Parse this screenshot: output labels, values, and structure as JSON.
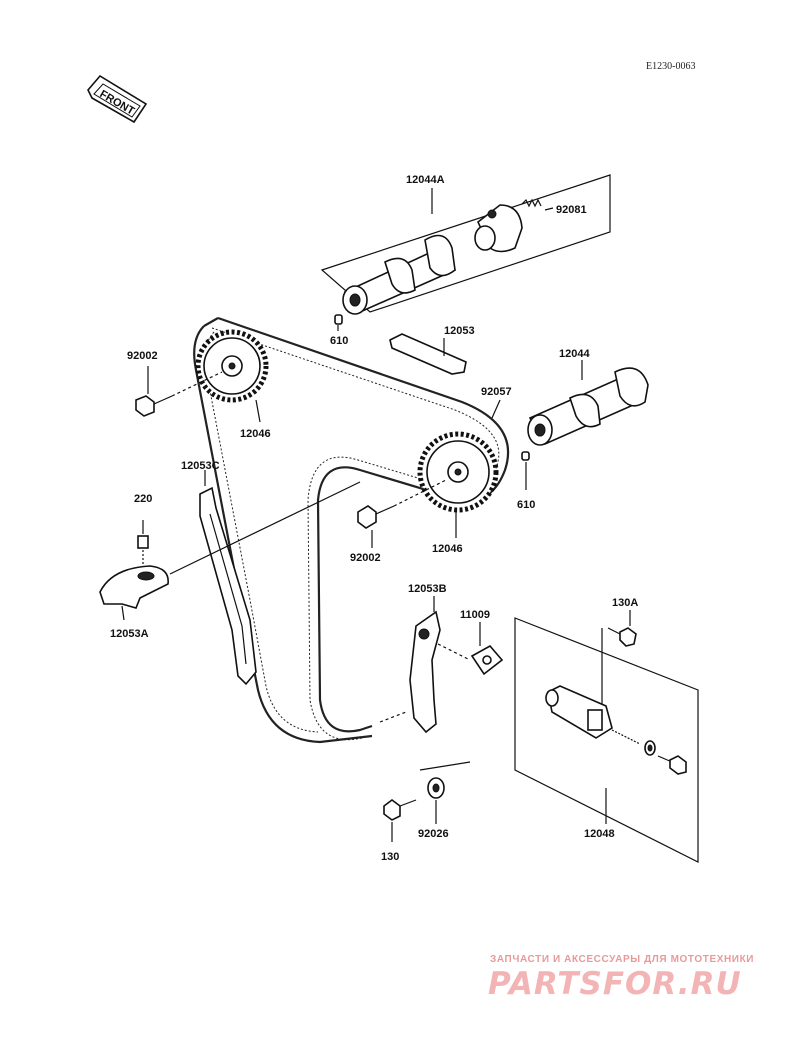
{
  "diagram_code": "E1230-0063",
  "front_arrow_label": "FRONT",
  "labels": {
    "camshaft_exhaust": "12044A",
    "spring": "92081",
    "dowel_pin_upper": "610",
    "guide_top": "12053",
    "camshaft_intake": "12044",
    "bolt_left": "92002",
    "sprocket_left": "12046",
    "chain": "92057",
    "dowel_pin_right": "610",
    "guide_front": "12053C",
    "bolt_220": "220",
    "guide_lower_left": "12053A",
    "bolt_center": "92002",
    "sprocket_right": "12046",
    "guide_rear": "12053B",
    "gasket": "11009",
    "bolt_130a": "130A",
    "tensioner": "12048",
    "bolt_130": "130",
    "washer": "92026"
  },
  "watermark": {
    "tagline": "ЗАПЧАСТИ И АКСЕССУАРЫ ДЛЯ МОТОТЕХНИКИ",
    "brand": "PARTSFOR.RU"
  },
  "colors": {
    "ink": "#111111",
    "watermark": "#f2b4b4"
  }
}
